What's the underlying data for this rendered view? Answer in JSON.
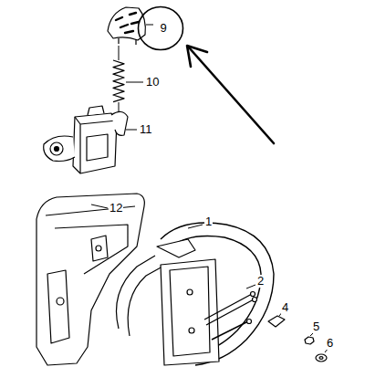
{
  "diagram": {
    "nodes": [
      {
        "text": [
          "9"
        ]
      }
    ],
    "labels": [
      "10",
      "11",
      "12",
      "1",
      "2",
      "4",
      "5",
      "6"
    ]
  }
}
